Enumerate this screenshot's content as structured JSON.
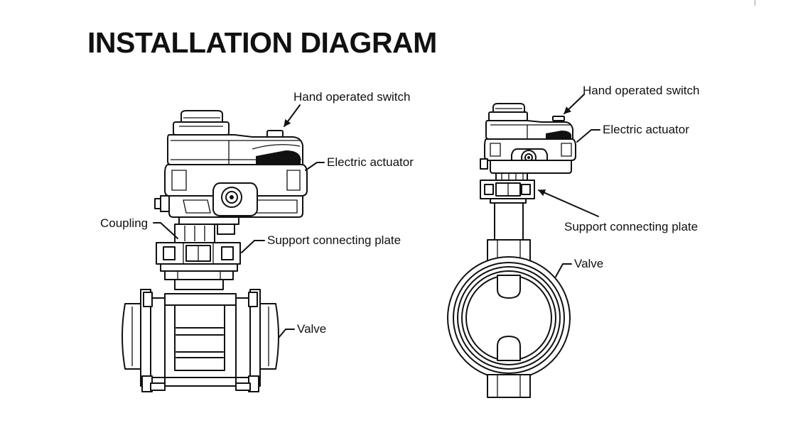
{
  "title": "INSTALLATION DIAGRAM",
  "ball_valve_assembly": {
    "labels": {
      "hand_switch": "Hand operated switch",
      "actuator": "Electric actuator",
      "coupling": "Coupling",
      "support_plate": "Support connecting plate",
      "valve": "Valve"
    }
  },
  "butterfly_valve_assembly": {
    "labels": {
      "hand_switch": "Hand operated switch",
      "actuator": "Electric actuator",
      "support_plate": "Support connecting plate",
      "valve": "Valve"
    }
  }
}
